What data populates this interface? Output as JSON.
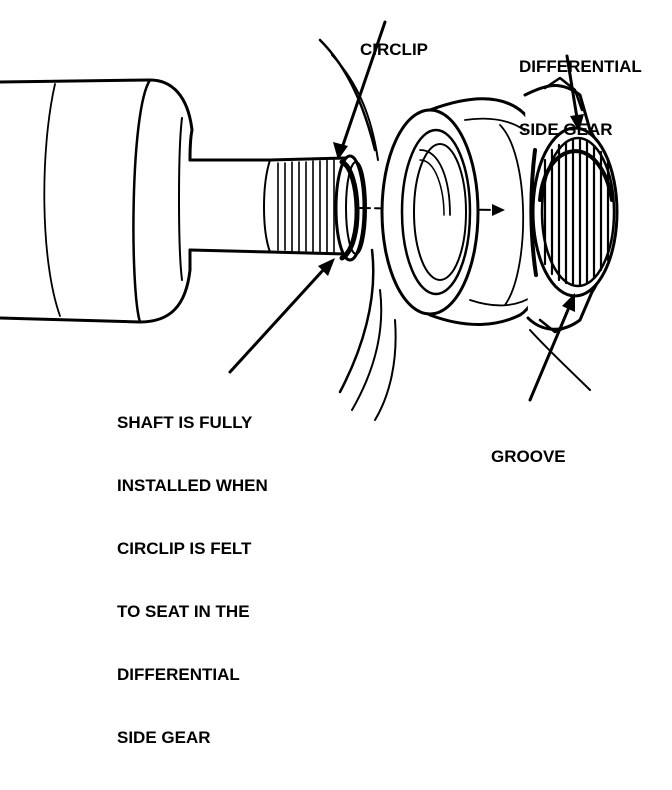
{
  "labels": {
    "circlip": "CIRCLIP",
    "differential_side_gear": [
      "DIFFERENTIAL",
      "SIDE GEAR"
    ],
    "groove": "GROOVE",
    "shaft_note": [
      "SHAFT IS FULLY",
      "INSTALLED WHEN",
      "CIRCLIP IS FELT",
      "TO SEAT IN THE",
      "DIFFERENTIAL",
      "SIDE GEAR"
    ]
  },
  "colors": {
    "ink": "#000000",
    "paper": "#ffffff"
  }
}
